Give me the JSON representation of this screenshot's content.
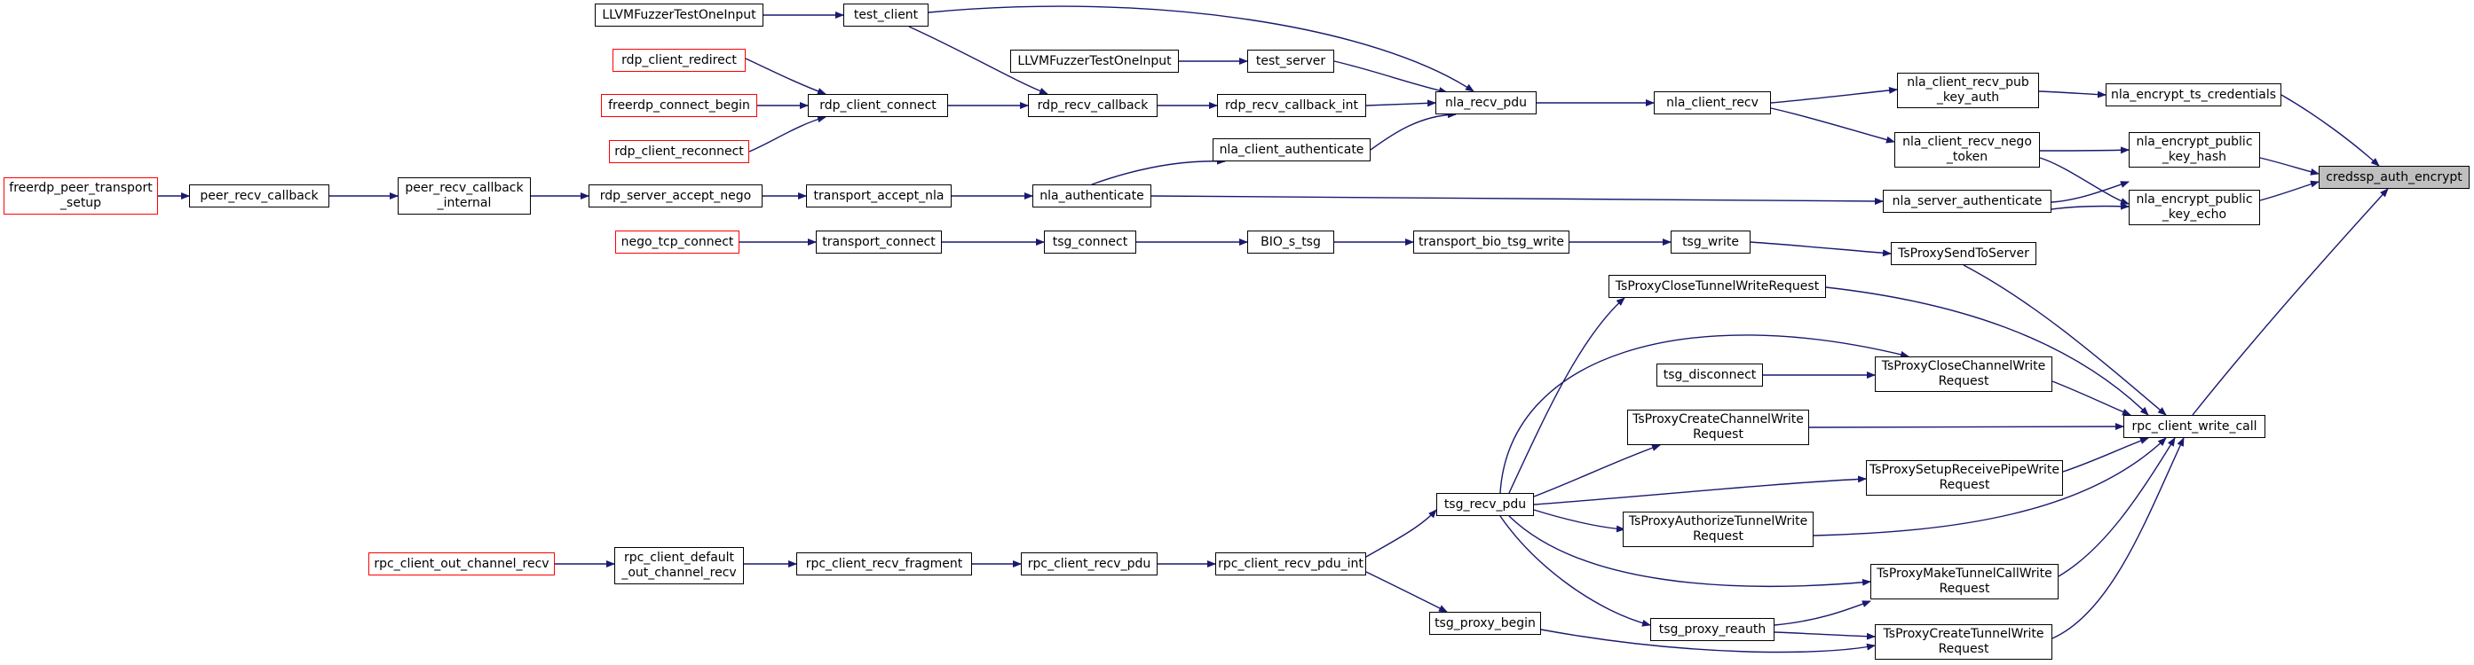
{
  "colors": {
    "edge": "#191970",
    "node_border": "#000000",
    "truncated_border": "#ff0000",
    "root_fill": "#bfbfbf"
  },
  "nodes": {
    "root": "credssp_auth_encrypt",
    "nla_encrypt_ts_credentials": "nla_encrypt_ts_credentials",
    "nla_encrypt_public_key_hash": "nla_encrypt_public\n_key_hash",
    "nla_encrypt_public_key_echo": "nla_encrypt_public\n_key_echo",
    "rpc_client_write_call": "rpc_client_write_call",
    "nla_client_recv_pub_key_auth": "nla_client_recv_pub\n_key_auth",
    "nla_client_recv_nego_token": "nla_client_recv_nego\n_token",
    "nla_server_authenticate": "nla_server_authenticate",
    "TsProxySendToServer": "TsProxySendToServer",
    "TsProxyCloseTunnelWriteRequest": "TsProxyCloseTunnelWriteRequest",
    "TsProxyCloseChannelWriteRequest": "TsProxyCloseChannelWrite\nRequest",
    "TsProxyCreateChannelWriteRequest": "TsProxyCreateChannelWrite\nRequest",
    "TsProxySetupReceivePipeWriteRequest": "TsProxySetupReceivePipeWrite\nRequest",
    "TsProxyAuthorizeTunnelWriteRequest": "TsProxyAuthorizeTunnelWrite\nRequest",
    "TsProxyMakeTunnelCallWriteRequest": "TsProxyMakeTunnelCallWrite\nRequest",
    "TsProxyCreateTunnelWriteRequest": "TsProxyCreateTunnelWrite\nRequest",
    "nla_client_recv": "nla_client_recv",
    "nla_recv_pdu": "nla_recv_pdu",
    "nla_authenticate": "nla_authenticate",
    "nla_client_authenticate": "nla_client_authenticate",
    "rdp_recv_callback_int": "rdp_recv_callback_int",
    "test_server": "test_server",
    "test_client": "test_client",
    "rdp_recv_callback": "rdp_recv_callback",
    "LLVMFuzzerTestOneInput_a": "LLVMFuzzerTestOneInput",
    "LLVMFuzzerTestOneInput_b": "LLVMFuzzerTestOneInput",
    "rdp_client_connect": "rdp_client_connect",
    "rdp_client_redirect": "rdp_client_redirect",
    "freerdp_connect_begin": "freerdp_connect_begin",
    "rdp_client_reconnect": "rdp_client_reconnect",
    "transport_accept_nla": "transport_accept_nla",
    "rdp_server_accept_nego": "rdp_server_accept_nego",
    "peer_recv_callback_internal": "peer_recv_callback\n_internal",
    "peer_recv_callback": "peer_recv_callback",
    "freerdp_peer_transport_setup": "freerdp_peer_transport\n_setup",
    "tsg_write": "tsg_write",
    "transport_bio_tsg_write": "transport_bio_tsg_write",
    "BIO_s_tsg": "BIO_s_tsg",
    "tsg_connect": "tsg_connect",
    "transport_connect": "transport_connect",
    "nego_tcp_connect": "nego_tcp_connect",
    "tsg_disconnect": "tsg_disconnect",
    "tsg_recv_pdu": "tsg_recv_pdu",
    "tsg_proxy_reauth": "tsg_proxy_reauth",
    "tsg_proxy_begin": "tsg_proxy_begin",
    "rpc_client_recv_pdu_int": "rpc_client_recv_pdu_int",
    "rpc_client_recv_pdu": "rpc_client_recv_pdu",
    "rpc_client_recv_fragment": "rpc_client_recv_fragment",
    "rpc_client_default_out_channel_recv": "rpc_client_default\n_out_channel_recv",
    "rpc_client_out_channel_recv": "rpc_client_out_channel_recv"
  }
}
